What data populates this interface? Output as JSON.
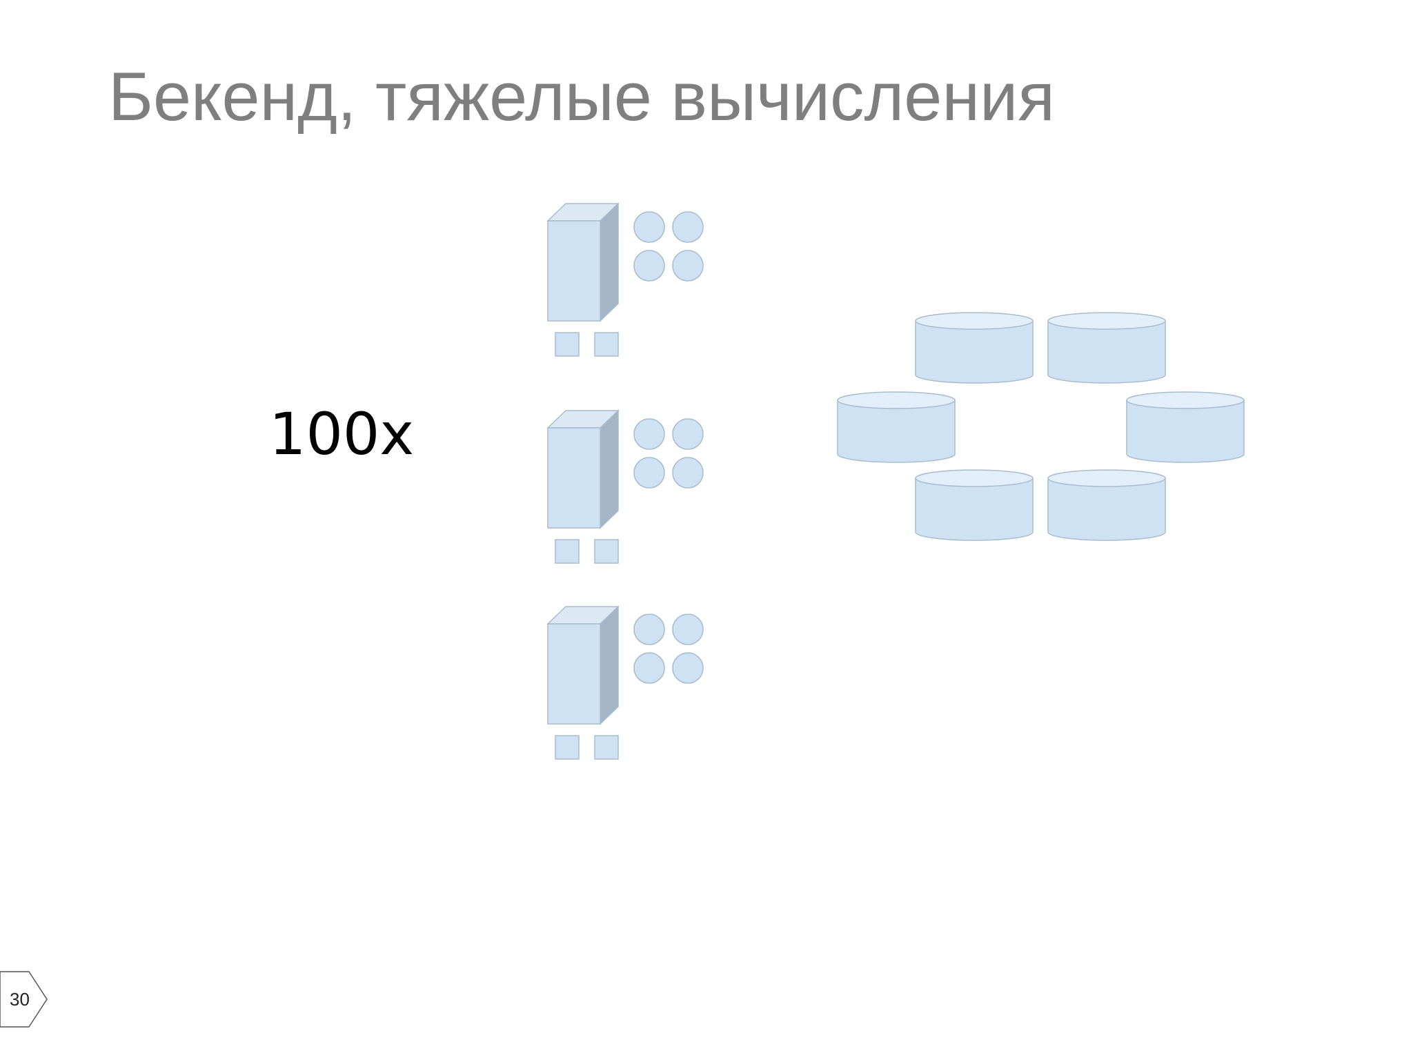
{
  "slide": {
    "title": "Бекенд, тяжелые вычисления",
    "multiplier_label": "100x",
    "page_number": "30"
  },
  "diagram": {
    "server_nodes": 3,
    "cores_per_node": 4,
    "disks_per_node": 2,
    "storage_cylinders": 6
  },
  "colors": {
    "title": "#7f7f7f",
    "shape_fill": "#cfe2f3",
    "shape_side": "#a4b5c5",
    "shape_stroke": "#a8bccb",
    "cylinder_top": "#e2eefa"
  }
}
